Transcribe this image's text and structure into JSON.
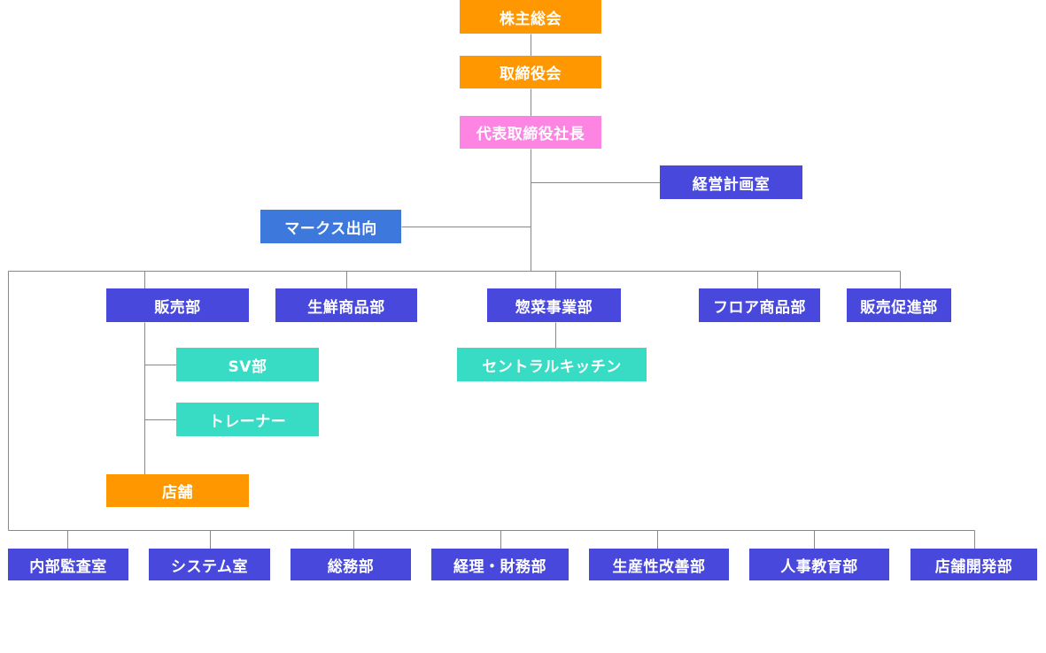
{
  "colors": {
    "orange": "#ff9800",
    "pink": "#fd84e3",
    "purple": "#4848dc",
    "blue": "#3d78dd",
    "teal": "#38dcc4",
    "line": "#888888"
  },
  "nodes": [
    {
      "id": "n-1",
      "label": "株主総会",
      "color": "orange"
    },
    {
      "id": "n-2",
      "label": "取締役会",
      "color": "orange"
    },
    {
      "id": "n-3",
      "label": "代表取締役社長",
      "color": "pink"
    },
    {
      "id": "n-4",
      "label": "経営計画室",
      "color": "purple"
    },
    {
      "id": "n-5",
      "label": "マークス出向",
      "color": "blue"
    },
    {
      "id": "n-6",
      "label": "販売部",
      "color": "purple"
    },
    {
      "id": "n-7",
      "label": "生鮮商品部",
      "color": "purple"
    },
    {
      "id": "n-8",
      "label": "惣菜事業部",
      "color": "purple"
    },
    {
      "id": "n-9",
      "label": "フロア商品部",
      "color": "purple"
    },
    {
      "id": "n-10",
      "label": "販売促進部",
      "color": "purple"
    },
    {
      "id": "n-11",
      "label": "SV部",
      "color": "teal"
    },
    {
      "id": "n-12",
      "label": "セントラルキッチン",
      "color": "teal"
    },
    {
      "id": "n-13",
      "label": "トレーナー",
      "color": "teal"
    },
    {
      "id": "n-14",
      "label": "店舗",
      "color": "orange"
    },
    {
      "id": "n-15",
      "label": "内部監査室",
      "color": "purple"
    },
    {
      "id": "n-16",
      "label": "システム室",
      "color": "purple"
    },
    {
      "id": "n-17",
      "label": "総務部",
      "color": "purple"
    },
    {
      "id": "n-18",
      "label": "経理・財務部",
      "color": "purple"
    },
    {
      "id": "n-19",
      "label": "生産性改善部",
      "color": "purple"
    },
    {
      "id": "n-20",
      "label": "人事教育部",
      "color": "purple"
    },
    {
      "id": "n-21",
      "label": "店舗開発部",
      "color": "purple"
    }
  ],
  "edges": [
    [
      "n-1",
      "n-2"
    ],
    [
      "n-2",
      "n-3"
    ],
    [
      "n-3",
      "n-4"
    ],
    [
      "n-3",
      "n-5"
    ],
    [
      "n-3",
      "n-6"
    ],
    [
      "n-3",
      "n-7"
    ],
    [
      "n-3",
      "n-8"
    ],
    [
      "n-3",
      "n-9"
    ],
    [
      "n-3",
      "n-10"
    ],
    [
      "n-6",
      "n-11"
    ],
    [
      "n-6",
      "n-13"
    ],
    [
      "n-6",
      "n-14"
    ],
    [
      "n-8",
      "n-12"
    ],
    [
      "n-3",
      "n-15"
    ],
    [
      "n-3",
      "n-16"
    ],
    [
      "n-3",
      "n-17"
    ],
    [
      "n-3",
      "n-18"
    ],
    [
      "n-3",
      "n-19"
    ],
    [
      "n-3",
      "n-20"
    ],
    [
      "n-3",
      "n-21"
    ]
  ]
}
